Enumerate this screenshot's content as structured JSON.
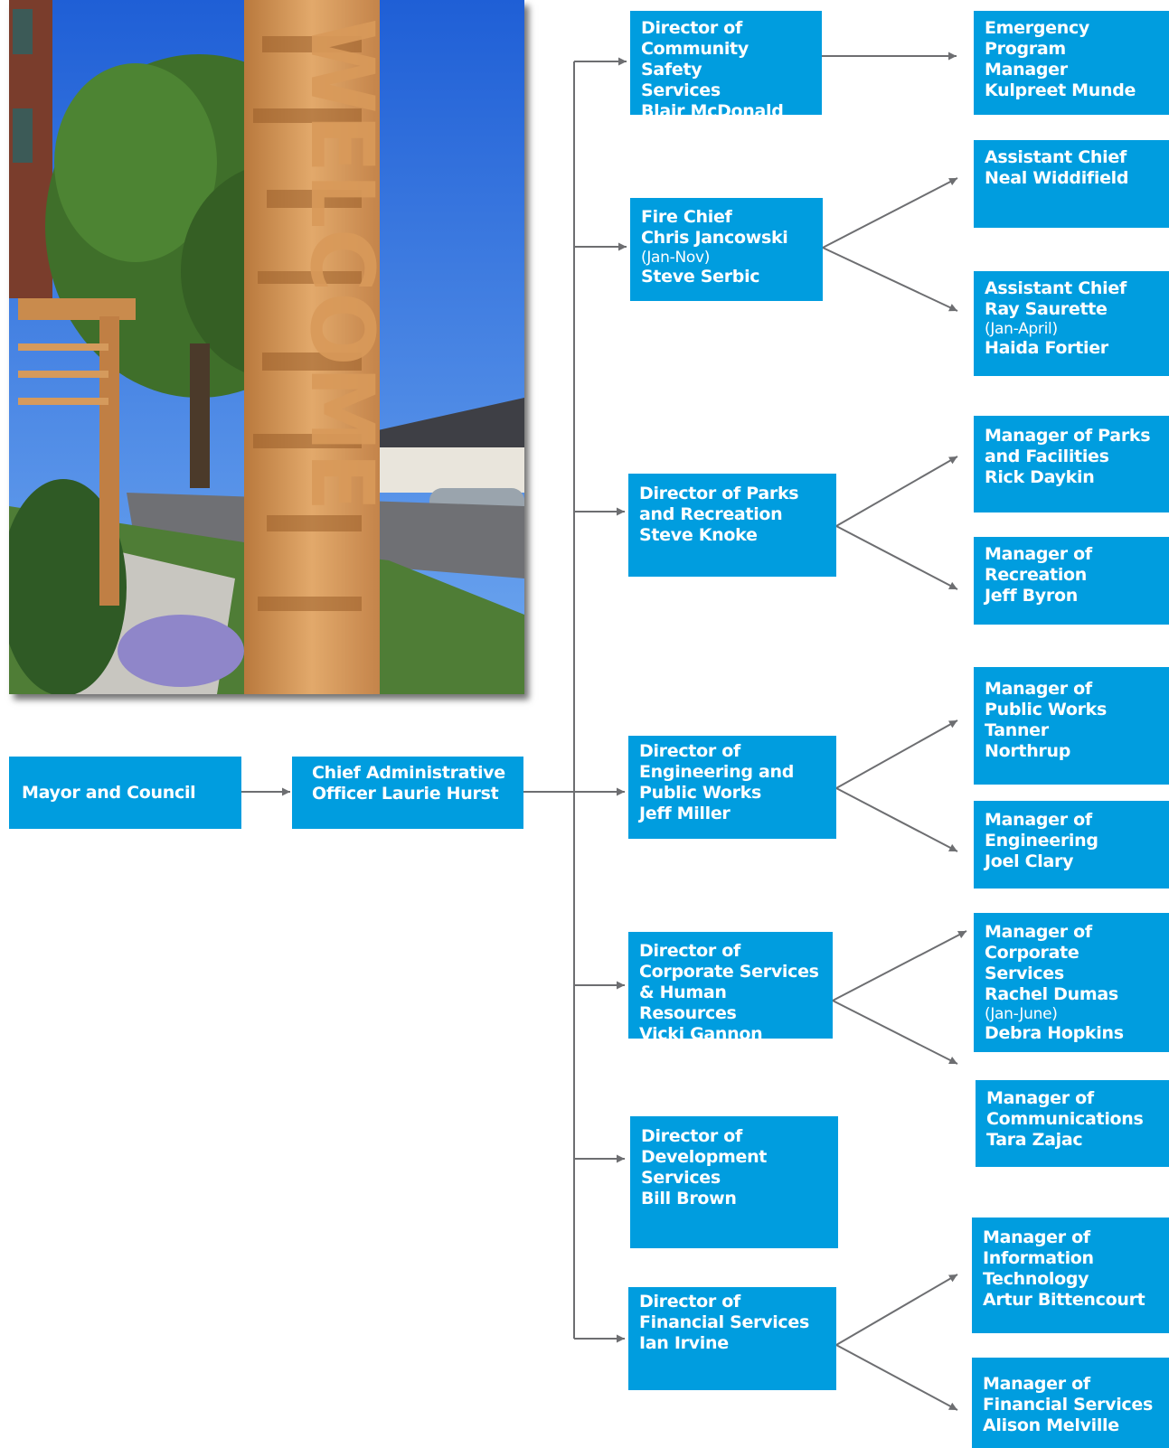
{
  "colors": {
    "box": "#009ddf",
    "connector": "#6d6e71",
    "text": "#ffffff"
  },
  "photo": {
    "description_icon": "wooden-sculpture-photo",
    "carved_lettering": "WELCOME"
  },
  "root": {
    "mayor": {
      "line1": "Mayor and Council"
    },
    "cao": {
      "line1": "Chief Administrative",
      "line2": "Officer Laurie Hurst"
    }
  },
  "directors": {
    "community_safety": {
      "l1": "Director of",
      "l2": "Community Safety",
      "l3": "Services",
      "l4": "Blair McDonald"
    },
    "fire": {
      "l1": "Fire Chief",
      "l2": "Chris Jancowski",
      "note": "(Jan-Nov)",
      "l3": "Steve Serbic"
    },
    "parks": {
      "l1": "Director of Parks",
      "l2": "and Recreation",
      "l3": "Steve Knoke"
    },
    "engineering": {
      "l1": "Director of",
      "l2": "Engineering and",
      "l3": "Public Works",
      "l4": "Jeff Miller"
    },
    "corporate": {
      "l1": "Director of",
      "l2": "Corporate Services",
      "l3": "& Human Resources",
      "l4": "Vicki Gannon"
    },
    "development": {
      "l1": "Director of",
      "l2": "Development",
      "l3": "Services",
      "l4": "Bill Brown"
    },
    "financial": {
      "l1": "Director of",
      "l2": "Financial Services",
      "l3": "Ian Irvine"
    }
  },
  "managers": {
    "emergency": {
      "l1": "Emergency",
      "l2": "Program",
      "l3": "Manager",
      "l4": "Kulpreet Munde"
    },
    "asst_chief_1": {
      "l1": "Assistant Chief",
      "l2": "Neal Widdifield"
    },
    "asst_chief_2": {
      "l1": "Assistant Chief",
      "l2": "Ray Saurette",
      "note": "(Jan-April)",
      "l3": "Haida Fortier"
    },
    "parks_facilities": {
      "l1": "Manager of Parks",
      "l2": "and Facilities",
      "l3": "Rick Daykin"
    },
    "recreation": {
      "l1": "Manager of",
      "l2": "Recreation",
      "l3": "Jeff Byron"
    },
    "public_works": {
      "l1": "Manager of",
      "l2": "Public Works",
      "l3": "Tanner",
      "l4": "Northrup"
    },
    "engineering": {
      "l1": "Manager of",
      "l2": "Engineering",
      "l3": "Joel Clary"
    },
    "corporate": {
      "l1": "Manager of",
      "l2": "Corporate Services",
      "l3": "Rachel Dumas",
      "note": "(Jan-June)",
      "l4": "Debra Hopkins"
    },
    "communications": {
      "l1": "Manager of",
      "l2": "Communications",
      "l3": "Tara Zajac"
    },
    "it": {
      "l1": "Manager of",
      "l2": "Information",
      "l3": "Technology",
      "l4": "Artur Bittencourt"
    },
    "finance": {
      "l1": "Manager of",
      "l2": "Financial Services",
      "l3": "Alison Melville"
    }
  }
}
